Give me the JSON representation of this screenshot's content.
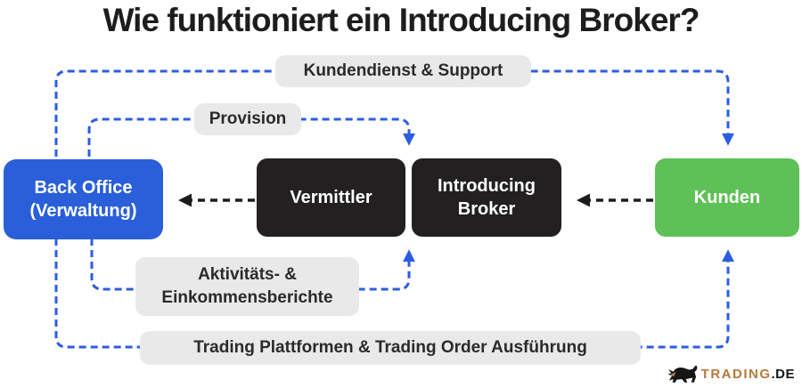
{
  "title": "Wie funktioniert ein Introducing Broker?",
  "colors": {
    "box_blue": "#2a5fd9",
    "box_black": "#232021",
    "box_green": "#5ec157",
    "pill_gray": "#e9e9e9",
    "dash_blue": "#2c5ce2",
    "dash_black": "#1c1c1c",
    "logo_bronze": "#b5793c"
  },
  "nodes": {
    "back_office": {
      "line1": "Back Office",
      "line2": "(Verwaltung)"
    },
    "vermittler": {
      "label": "Vermittler"
    },
    "introducing_broker": {
      "line1": "Introducing",
      "line2": "Broker"
    },
    "kunden": {
      "label": "Kunden"
    }
  },
  "flow_labels": {
    "support": "Kundendienst & Support",
    "provision": "Provision",
    "reports_line1": "Aktivitäts- &",
    "reports_line2": "Einkommensberichte",
    "trading": "Trading Plattformen & Trading Order Ausführung"
  },
  "connections": [
    {
      "from": "back_office",
      "to": "kunden",
      "label": "Kundendienst & Support",
      "style": "blue-dashed",
      "arrow": "into-kunden-top"
    },
    {
      "from": "back_office",
      "to": "vermittler/introducing_broker",
      "label": "Provision",
      "style": "blue-dashed",
      "arrow": "down-into-broker-row"
    },
    {
      "from": "vermittler",
      "to": "back_office",
      "label": "",
      "style": "black-dashed",
      "arrow": "left"
    },
    {
      "from": "kunden",
      "to": "introducing_broker",
      "label": "",
      "style": "black-dashed",
      "arrow": "left"
    },
    {
      "from": "back_office",
      "to": "vermittler/introducing_broker",
      "label": "Aktivitäts- & Einkommensberichte",
      "style": "blue-dashed",
      "arrow": "up-into-broker-row"
    },
    {
      "from": "back_office",
      "to": "kunden",
      "label": "Trading Plattformen & Trading Order Ausführung",
      "style": "blue-dashed",
      "arrow": "into-kunden-bottom"
    }
  ],
  "logo": {
    "name": "TRADING",
    "tld": ".DE"
  }
}
